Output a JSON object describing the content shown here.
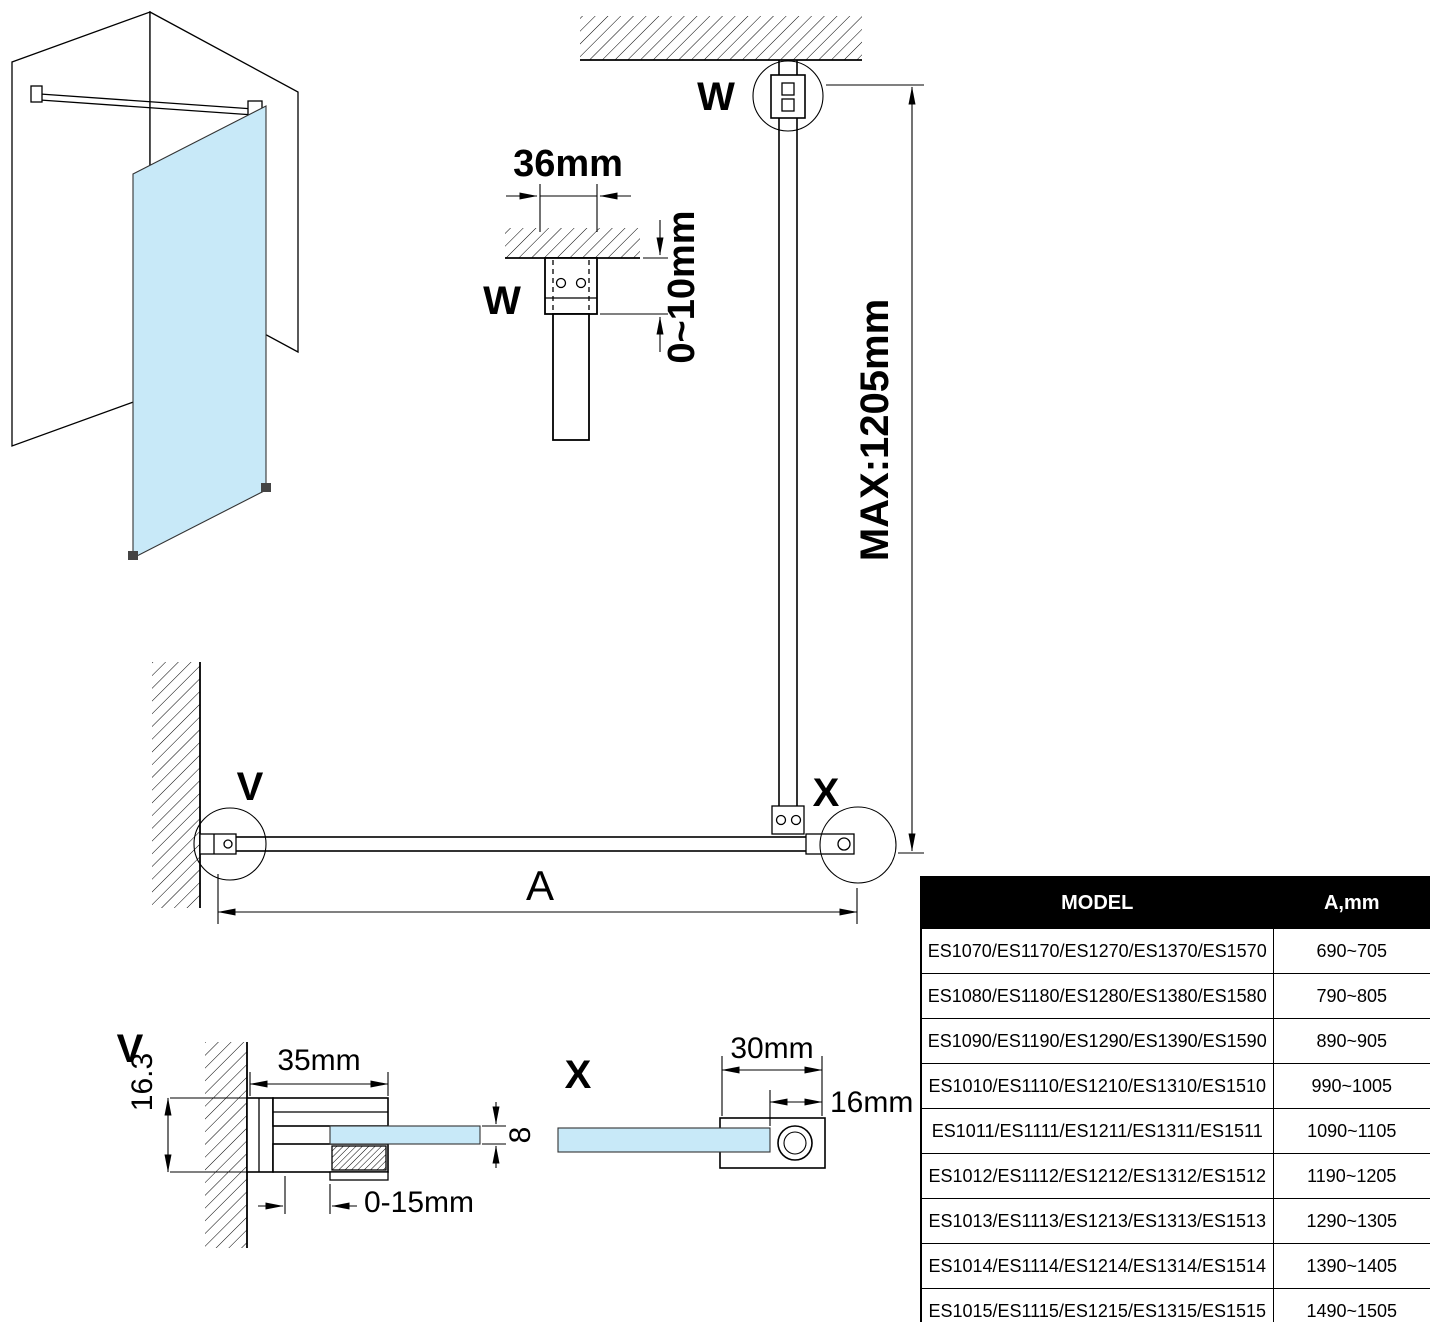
{
  "colors": {
    "background": "#ffffff",
    "line": "#000000",
    "glass": "#c8e9f8",
    "table_header_bg": "#000000",
    "table_header_text": "#ffffff"
  },
  "labels": {
    "w": "W",
    "v": "V",
    "x": "X"
  },
  "dims": {
    "bracket_width": "36mm",
    "ceiling_gap": "0~10mm",
    "bar_max": "MAX:1205mm",
    "panel_width": "A",
    "profile_width": "35mm",
    "profile_height": "16.3",
    "glass_thickness": "8",
    "wall_adjust": "0-15mm",
    "clamp_length": "30mm",
    "clamp_inset": "16mm"
  },
  "table": {
    "headers": {
      "model": "MODEL",
      "a": "A,mm"
    },
    "rows": [
      {
        "model": "ES1070/ES1170/ES1270/ES1370/ES1570",
        "a": "690~705"
      },
      {
        "model": "ES1080/ES1180/ES1280/ES1380/ES1580",
        "a": "790~805"
      },
      {
        "model": "ES1090/ES1190/ES1290/ES1390/ES1590",
        "a": "890~905"
      },
      {
        "model": "ES1010/ES1110/ES1210/ES1310/ES1510",
        "a": "990~1005"
      },
      {
        "model": "ES1011/ES1111/ES1211/ES1311/ES1511",
        "a": "1090~1105"
      },
      {
        "model": "ES1012/ES1112/ES1212/ES1312/ES1512",
        "a": "1190~1205"
      },
      {
        "model": "ES1013/ES1113/ES1213/ES1313/ES1513",
        "a": "1290~1305"
      },
      {
        "model": "ES1014/ES1114/ES1214/ES1314/ES1514",
        "a": "1390~1405"
      },
      {
        "model": "ES1015/ES1115/ES1215/ES1315/ES1515",
        "a": "1490~1505"
      }
    ]
  }
}
